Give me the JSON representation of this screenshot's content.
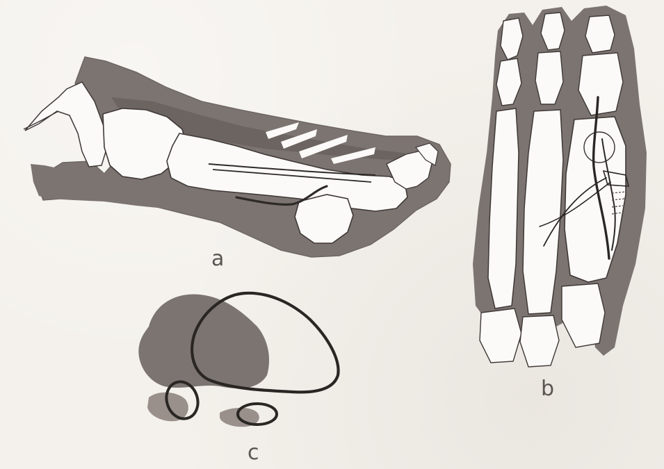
{
  "figure": {
    "panels": [
      {
        "id": "a",
        "label": "a"
      },
      {
        "id": "b",
        "label": "b"
      },
      {
        "id": "c",
        "label": "c"
      }
    ]
  },
  "colors": {
    "paper": "#f4f1ec",
    "shadow": "#7c7471",
    "shadow_light": "#9a908b",
    "outline": "#3e3836",
    "bone": "#fbfaf8"
  }
}
